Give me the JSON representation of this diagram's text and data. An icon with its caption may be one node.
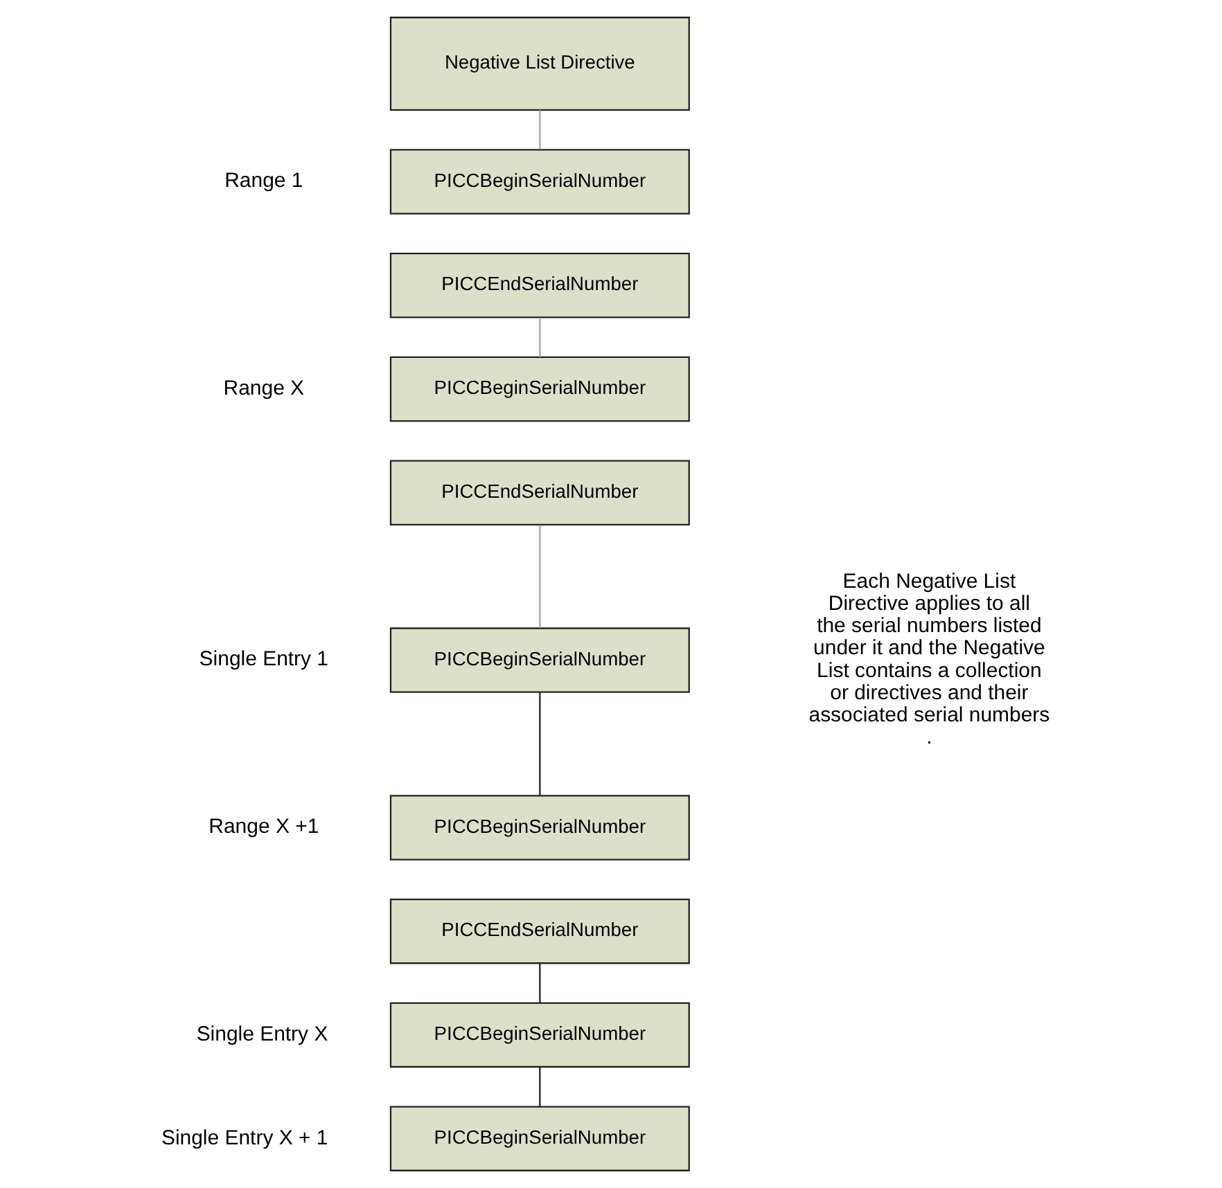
{
  "diagram": {
    "nodes": [
      {
        "text": [
          "Negative List Directive"
        ]
      },
      {
        "text": [
          "PICCBeginSerialNumber"
        ]
      },
      {
        "text": [
          "PICCEndSerialNumber"
        ]
      },
      {
        "text": [
          "PICCBeginSerialNumber"
        ]
      },
      {
        "text": [
          "PICCEndSerialNumber"
        ]
      },
      {
        "text": [
          "PICCBeginSerialNumber"
        ]
      },
      {
        "text": [
          "PICCBeginSerialNumber"
        ]
      },
      {
        "text": [
          "PICCEndSerialNumber"
        ]
      },
      {
        "text": [
          "PICCBeginSerialNumber"
        ]
      },
      {
        "text": [
          "PICCBeginSerialNumber"
        ]
      }
    ],
    "edges": [
      {
        "from": 0,
        "to": 1,
        "arrow": "none",
        "color": "#a6a6a6"
      },
      {
        "from": 2,
        "to": 3,
        "arrow": "none",
        "color": "#a6a6a6"
      },
      {
        "from": 4,
        "to": 5,
        "arrow": "none",
        "color": "#a6a6a6"
      },
      {
        "from": 5,
        "to": 6,
        "arrow": "none",
        "color": "#222222"
      },
      {
        "from": 7,
        "to": 8,
        "arrow": "none",
        "color": "#222222"
      },
      {
        "from": 8,
        "to": 9,
        "arrow": "none",
        "color": "#222222"
      }
    ],
    "labels": [
      "Range 1",
      "Range X",
      "Each Negative List Directive applies to all the serial numbers listed under it and the Negative List contains a collection or directives and their associated serial numbers .",
      "Single Entry 1",
      "Range X +1",
      "Single Entry X",
      "Single Entry X + 1"
    ]
  }
}
